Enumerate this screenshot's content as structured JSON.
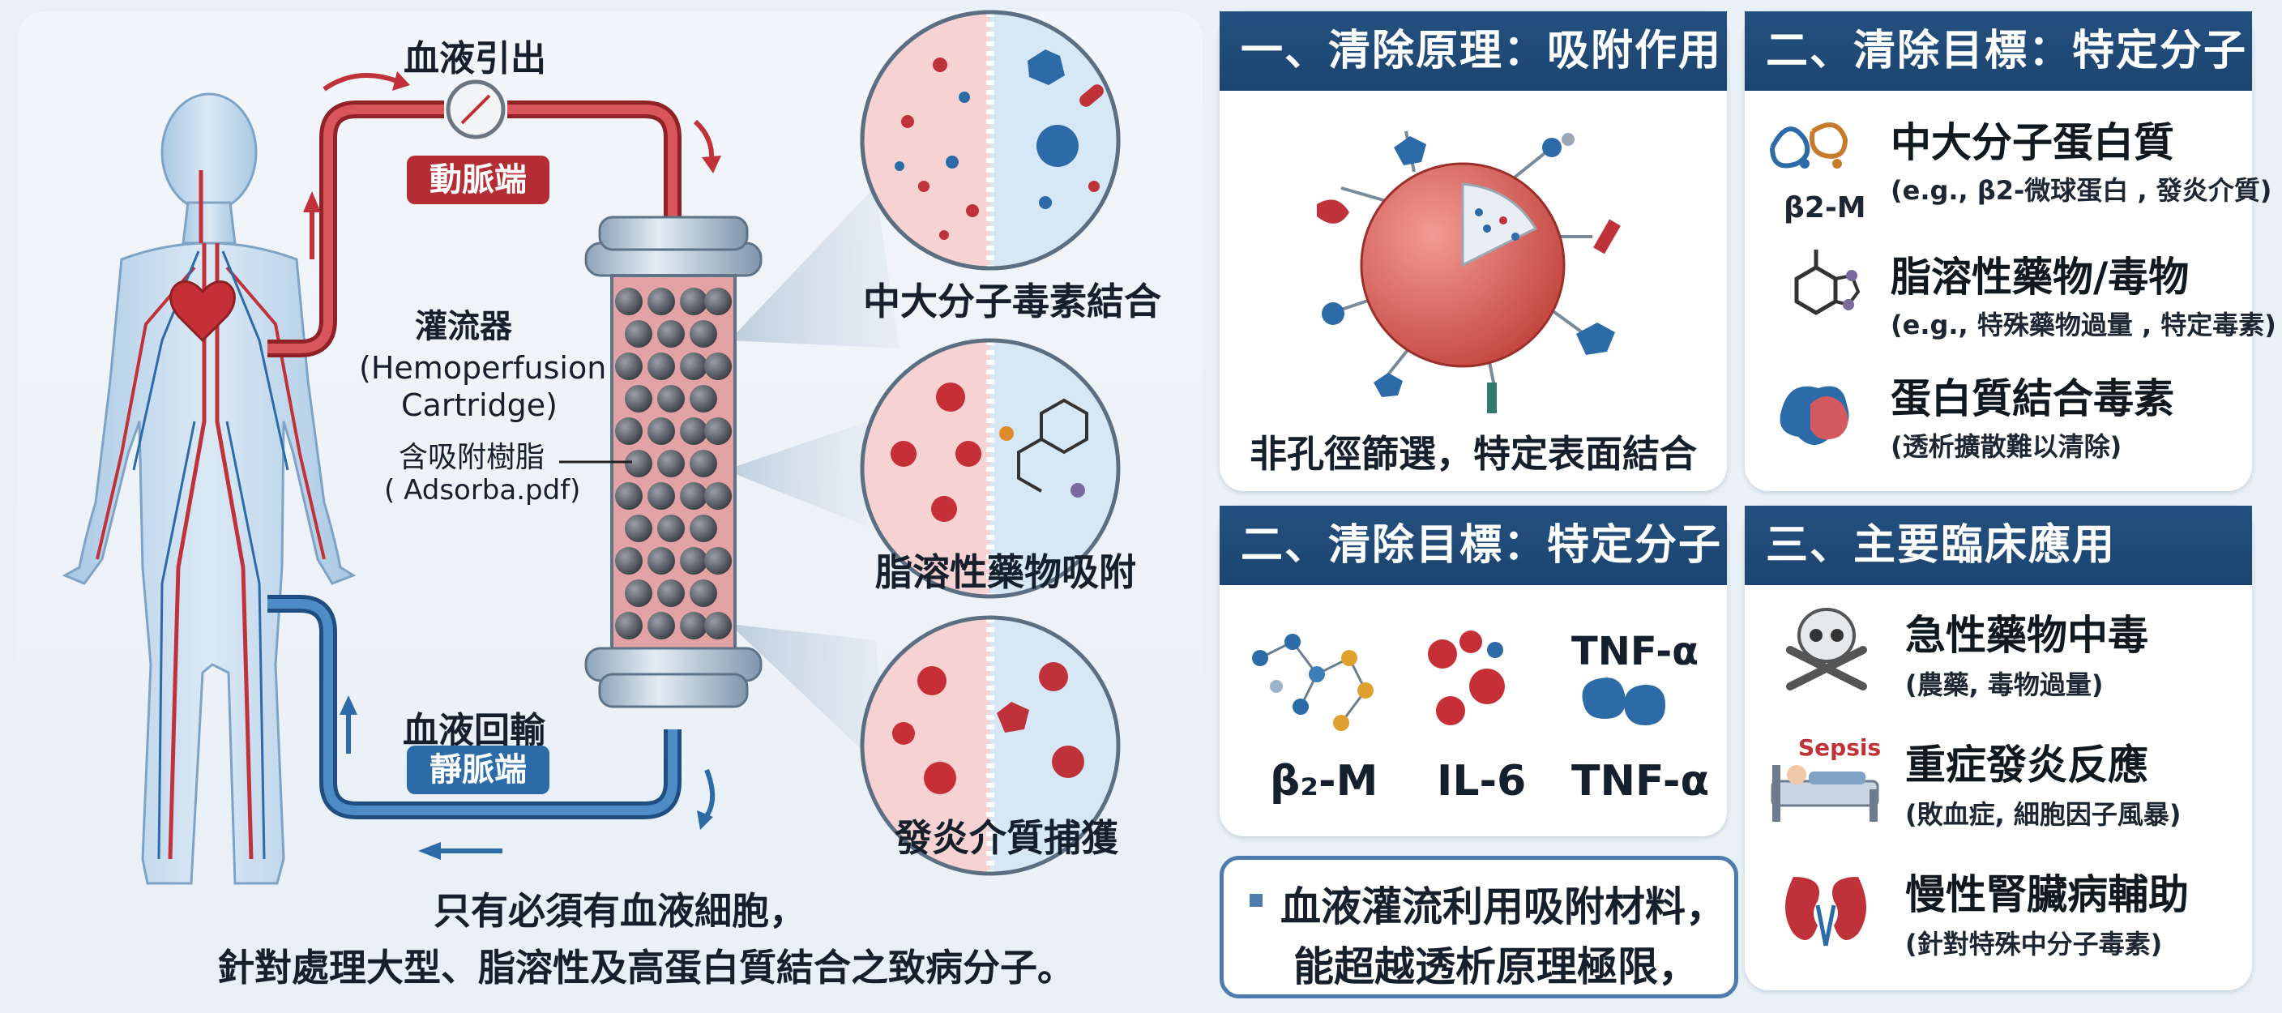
{
  "flow": {
    "draw_out": "血液引出",
    "arterial": "動脈端",
    "return": "血液回輸",
    "venous": "靜脈端"
  },
  "cartridge": {
    "name": "灌流器",
    "english_line1": "(Hemoperfusion",
    "english_line2": "Cartridge)",
    "resin": "含吸附樹脂",
    "source": "( Adsorba.pdf)"
  },
  "zoom_labels": [
    "中大分子毒素結合",
    "脂溶性藥物吸附",
    "發炎介質捕獲"
  ],
  "left_caption": {
    "line1": "只有必須有血液細胞，",
    "line2": "針對處理大型、脂溶性及高蛋白質結合之致病分子。"
  },
  "panel1": {
    "title": "一、清除原理：吸附作用",
    "caption": "非孔徑篩選，特定表面結合"
  },
  "panel2": {
    "title": "二、清除目標：特定分子",
    "items": [
      {
        "title": "中大分子蛋白質",
        "sub": "(e.g., β2-微球蛋白 , 發炎介質)",
        "icon_label": "β2-M"
      },
      {
        "title": "脂溶性藥物/毒物",
        "sub": "(e.g., 特殊藥物過量 , 特定毒素)"
      },
      {
        "title": "蛋白質結合毒素",
        "sub": "(透析擴散難以清除)"
      }
    ]
  },
  "panel3": {
    "title": "二、清除目標：特定分子",
    "top_label": "TNF-α",
    "labels": [
      "β₂-M",
      "IL-6",
      "TNF-α"
    ]
  },
  "panel4": {
    "title": "三、主要臨床應用",
    "items": [
      {
        "title": "急性藥物中毒",
        "sub": "(農藥, 毒物過量)"
      },
      {
        "title": "重症發炎反應",
        "sub": "(敗血症, 細胞因子風暴)",
        "icon_label": "Sepsis"
      },
      {
        "title": "慢性腎臟病輔助",
        "sub": "(針對特殊中分子毒素)"
      }
    ]
  },
  "summary": {
    "line1": "血液灌流利用吸附材料，",
    "line2": "能超越透析原理極限，"
  },
  "colors": {
    "navy": "#1f4a78",
    "artery_red": "#c0323a",
    "vein_blue": "#2d6ba8",
    "body_blue": "#c7dcee"
  }
}
